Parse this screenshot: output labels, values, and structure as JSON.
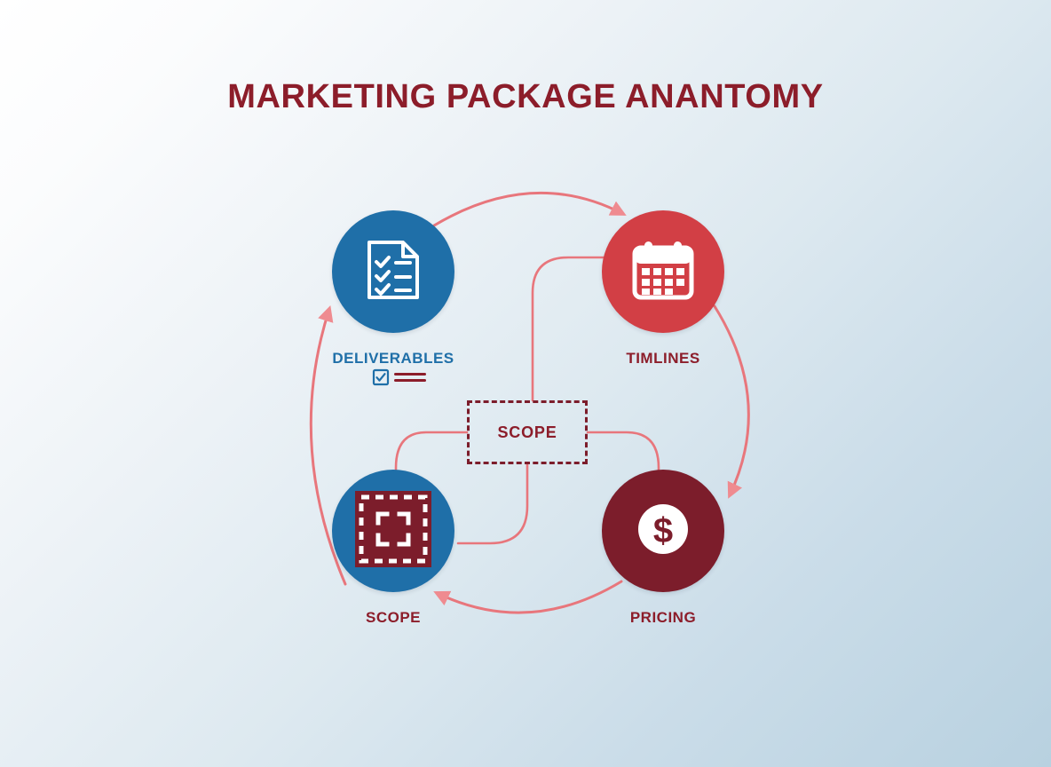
{
  "page": {
    "title": "MARKETING PACKAGE ANANTOMY",
    "background": {
      "from": "#ffffff",
      "to": "#b8d1e0",
      "direction": "135deg"
    }
  },
  "palette": {
    "maroon": "#8c1d2a",
    "maroon_dark": "#7c1d2b",
    "blue": "#1f6fa8",
    "red": "#d23f45",
    "connector": "#e8767c",
    "white": "#ffffff"
  },
  "diagram": {
    "type": "cycle",
    "center": {
      "label": "SCOPE",
      "border_style": "dashed",
      "border_color": "#7c1d2b"
    },
    "nodes": [
      {
        "id": "deliverables",
        "label": "DELIVERABLES",
        "label_color": "#1f6fa8",
        "circle_color": "#1f6fa8",
        "icon": "checklist-document-icon",
        "position": "top-left",
        "sub_icon": "checkbox-lines-icon"
      },
      {
        "id": "timelines",
        "label": "TIMLINES",
        "label_color": "#8c1d2a",
        "circle_color": "#d23f45",
        "icon": "calendar-icon",
        "position": "top-right"
      },
      {
        "id": "scope",
        "label": "SCOPE",
        "label_color": "#8c1d2a",
        "circle_color": "#1f6fa8",
        "icon": "crop-frame-icon",
        "position": "bottom-left"
      },
      {
        "id": "pricing",
        "label": "PRICING",
        "label_color": "#8c1d2a",
        "circle_color": "#7c1d2b",
        "icon": "dollar-coin-icon",
        "position": "bottom-right"
      }
    ],
    "arrows": [
      {
        "from": "deliverables",
        "to": "timelines",
        "shape": "arc-over-top"
      },
      {
        "from": "timelines",
        "to": "pricing",
        "shape": "arc-right-side"
      },
      {
        "from": "pricing",
        "to": "scope",
        "shape": "arc-under-bottom"
      },
      {
        "from": "scope",
        "to": "deliverables",
        "shape": "arc-left-side"
      }
    ],
    "center_connectors": [
      {
        "node": "timelines",
        "side": "top"
      },
      {
        "node": "scope",
        "side": "left"
      },
      {
        "node": "pricing",
        "side": "right"
      },
      {
        "node": "deliverables",
        "side": "bottom"
      }
    ]
  }
}
